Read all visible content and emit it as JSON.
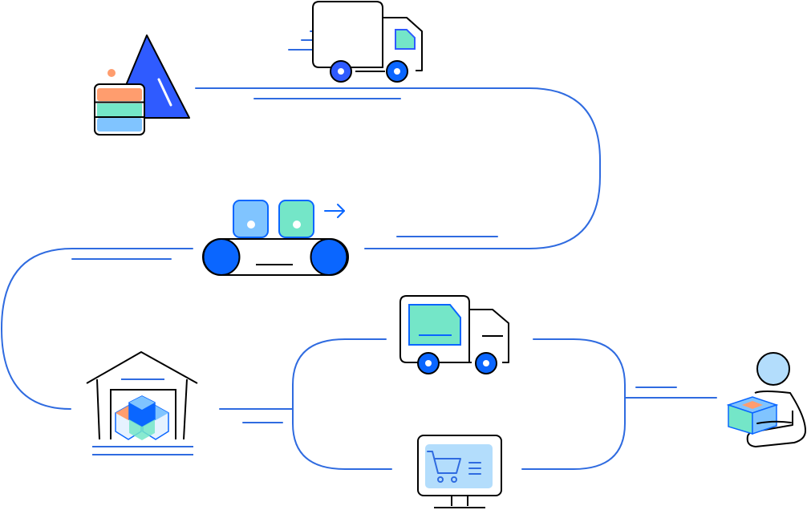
{
  "diagram": {
    "nodes": [
      {
        "id": "raw-materials",
        "icon": "materials-pyramid-icon"
      },
      {
        "id": "shipping-truck",
        "icon": "delivery-truck-icon"
      },
      {
        "id": "production-conveyor",
        "icon": "conveyor-belt-icon"
      },
      {
        "id": "warehouse",
        "icon": "warehouse-icon"
      },
      {
        "id": "distribution-truck",
        "icon": "cargo-truck-icon"
      },
      {
        "id": "online-store",
        "icon": "shopping-cart-monitor-icon"
      },
      {
        "id": "customer",
        "icon": "customer-receiving-package-icon"
      }
    ],
    "colors": {
      "line": "#2f6be0",
      "blue": "#0a66ff",
      "royal": "#2f5bff",
      "light_blue": "#80c4ff",
      "sky": "#b3ddfc",
      "mint": "#74e6c8",
      "orange": "#ff9d6e",
      "outline": "#000000"
    }
  }
}
